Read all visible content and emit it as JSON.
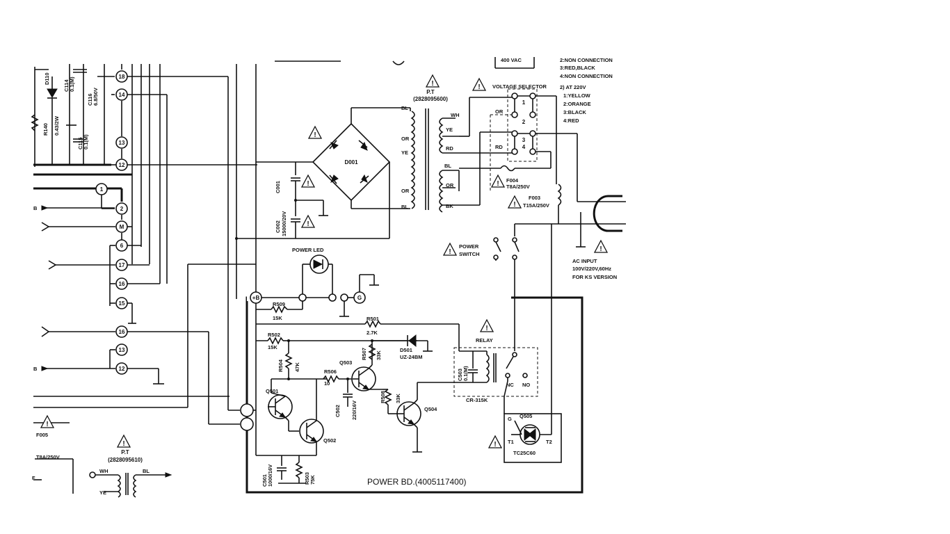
{
  "board_label": "POWER BD.(4005117400)",
  "power_transformer_main": {
    "name": "P.T",
    "part": "(2828095600)",
    "taps_primary": [
      "BL",
      "OR",
      "YE",
      "OR",
      "BL"
    ],
    "taps_secondary": [
      "WH",
      "YE",
      "RD",
      "BL",
      "OR",
      "BK"
    ]
  },
  "power_transformer_aux": {
    "name": "P.T",
    "part": "(2828095610)",
    "taps": [
      "WH",
      "BL",
      "YE"
    ]
  },
  "voltage_selector": {
    "title": "VOLTAGE SELECTOR",
    "positions": [
      "1",
      "2",
      "3",
      "4"
    ],
    "wire_labels": [
      "OR",
      "RD"
    ]
  },
  "voltage_notes": {
    "lines_top": [
      "2:NON CONNECTION",
      "3:RED,BLACK",
      "4:NON CONNECTION"
    ],
    "header_220": "2) AT 220V",
    "lines_220": [
      "1:YELLOW",
      "2:ORANGE",
      "3:BLACK",
      "4:RED"
    ],
    "partial_top": "400 VAC"
  },
  "bridge": {
    "ref": "D001"
  },
  "caps_bulk": {
    "c001": "C001",
    "c002": "C002",
    "c002_value": "15000/20V"
  },
  "power_led": "POWER LED",
  "power_switch": [
    "POWER",
    "SWITCH"
  ],
  "fuses": {
    "f004": [
      "F004",
      "T8A/250V"
    ],
    "f003": [
      "F003",
      "T15A/250V"
    ],
    "f005": [
      "F005",
      "T8A/250V"
    ]
  },
  "ac_input": [
    "AC INPUT",
    "100V/220V,60Hz",
    "FOR KS VERSION"
  ],
  "relay": {
    "title": "RELAY",
    "part": "CR-315K",
    "contacts": [
      "NC",
      "NO"
    ],
    "cap": "C503",
    "cap_value": "0.1(M)"
  },
  "triac": {
    "ref": "Q505",
    "part": "TC25C60",
    "terminals": [
      "T1",
      "T2",
      "G"
    ]
  },
  "resistors": {
    "r509": [
      "R509",
      "15K"
    ],
    "r501": [
      "R501",
      "2.7K"
    ],
    "r502": [
      "R502",
      "15K"
    ],
    "r504": [
      "R504",
      "47K"
    ],
    "r506": [
      "R506",
      "10"
    ],
    "r507": [
      "R507",
      "33K"
    ],
    "r508": [
      "R508",
      "33K"
    ],
    "r503": [
      "R503",
      "75K"
    ],
    "r140": "R140",
    "r140_value": "0.43/2W"
  },
  "zener": [
    "D501",
    "UZ-24BM"
  ],
  "transistors": [
    "Q501",
    "Q502",
    "Q503",
    "Q504"
  ],
  "caps_small": {
    "c502": [
      "C502",
      "220/16V"
    ],
    "c501": [
      "C501",
      "1000/16V"
    ],
    "c114": [
      "C114",
      "0.1(M)"
    ],
    "c116": [
      "C116",
      "6.8/50V"
    ],
    "c115": [
      "C115",
      "0.1(M)"
    ]
  },
  "diode_d110": "D110",
  "connector_pins_upper": [
    "18",
    "14",
    "13",
    "12"
  ],
  "connector_pins_middle": [
    "1",
    "2",
    "M",
    "6",
    "17",
    "16",
    "15"
  ],
  "connector_pins_lower": [
    "16",
    "13",
    "12"
  ],
  "board_pins": [
    "+B",
    "G"
  ],
  "edge_marks": [
    "B",
    "B",
    "F"
  ],
  "warning_mark": "!"
}
